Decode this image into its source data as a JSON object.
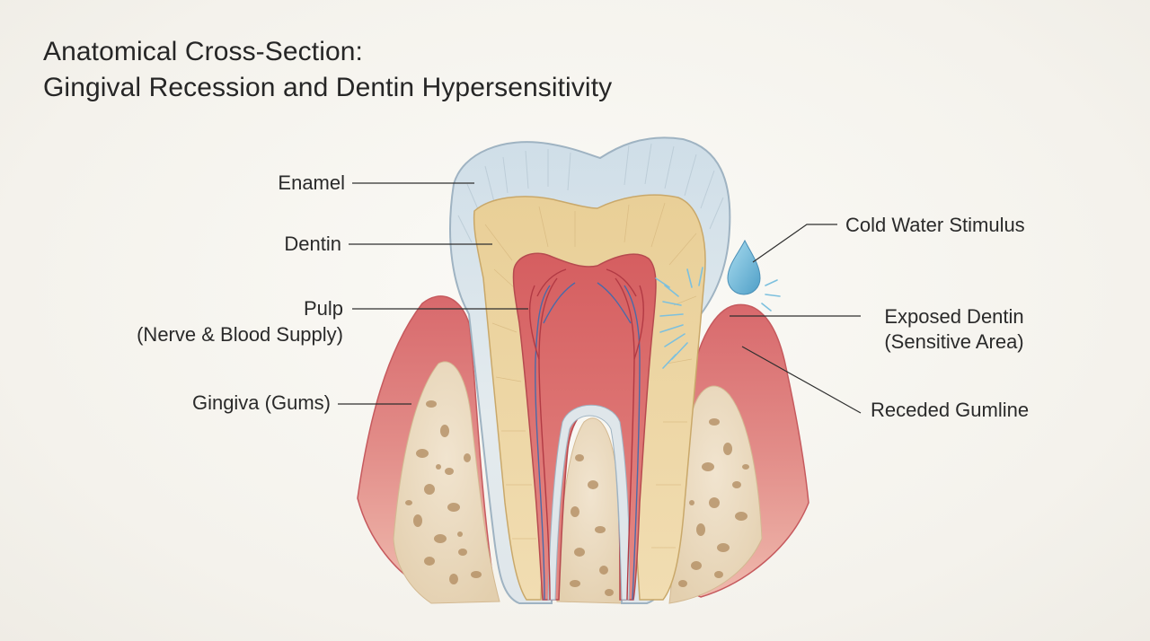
{
  "title": {
    "line1": "Anatomical Cross-Section:",
    "line2": "Gingival Recession and Dentin Hypersensitivity"
  },
  "labels": {
    "enamel": "Enamel",
    "dentin": "Dentin",
    "pulp": "Pulp",
    "pulp_sub": "(Nerve & Blood Supply)",
    "gingiva": "Gingiva (Gums)",
    "cold_water": "Cold Water Stimulus",
    "exposed_dentin": "Exposed Dentin",
    "exposed_dentin_sub": "(Sensitive Area)",
    "receded_gumline": "Receded Gumline"
  },
  "colors": {
    "enamel": "#d9e4ea",
    "dentin": "#ecd6a6",
    "pulp": "#d9686a",
    "gingiva": "#dc7c7b",
    "bone": "#ecdcc2",
    "water": "#7cc0de",
    "leader": "#2f2f2f"
  }
}
